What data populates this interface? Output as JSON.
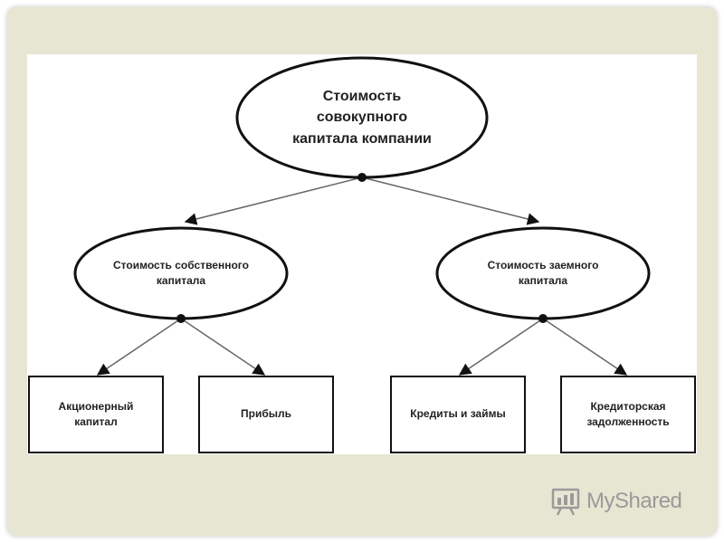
{
  "diagram": {
    "root": {
      "label": "Стоимость\nсовокупного\nкапитала компании"
    },
    "left": {
      "label": "Стоимость собственного\nкапитала"
    },
    "right": {
      "label": "Стоимость заемного\nкапитала"
    },
    "leaves": [
      {
        "label": "Акционерный\nкапитал"
      },
      {
        "label": "Прибыль"
      },
      {
        "label": "Кредиты и займы"
      },
      {
        "label": "Кредиторская\nзадолженность"
      }
    ]
  },
  "watermark": {
    "text": "MyShared",
    "icon": "presentation-board-icon"
  },
  "colors": {
    "frame": "#e6e6d2",
    "stroke": "#111111",
    "connector": "#666666"
  }
}
